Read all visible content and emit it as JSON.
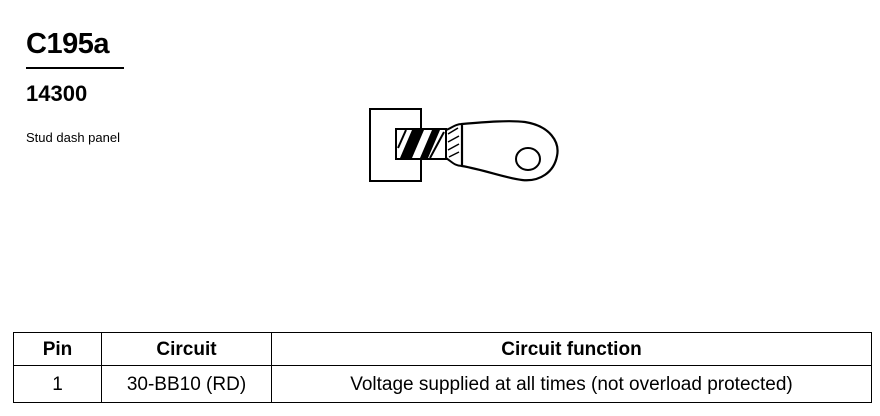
{
  "connector": {
    "id": "C195a",
    "part_number": "14300",
    "location": "Stud dash panel"
  },
  "pin_table": {
    "headers": [
      "Pin",
      "Circuit",
      "Circuit function"
    ],
    "rows": [
      {
        "pin": "1",
        "circuit": "30-BB10 (RD)",
        "function": "Voltage supplied at all times (not overload protected)"
      }
    ]
  }
}
